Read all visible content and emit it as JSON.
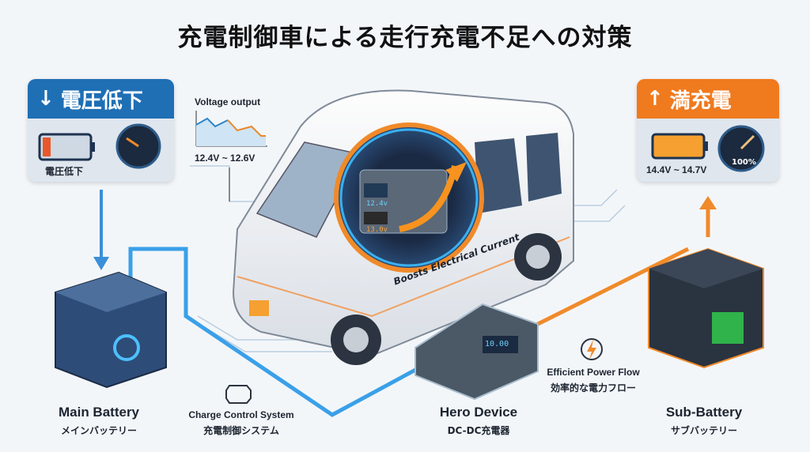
{
  "title": "充電制御車による走行充電不足への対策",
  "left_card": {
    "header": "電圧低下",
    "battery_caption": "電圧低下",
    "arrow_icon": "arrow-down-icon",
    "color": "#1f6fb5"
  },
  "voltage_chart": {
    "label": "Voltage output",
    "range": "12.4V ~ 12.6V"
  },
  "right_card": {
    "header": "満充電",
    "range": "14.4V ~ 14.7V",
    "gauge_value": "100%",
    "arrow_icon": "arrow-up-icon",
    "color": "#f07a1e"
  },
  "device_display": {
    "input": "12.4v",
    "output": "13.0v",
    "hero_display": "10.00"
  },
  "boost_label": "Boosts Electrical Current",
  "labels": {
    "main_battery": {
      "en": "Main Battery",
      "jp": "メインバッテリー"
    },
    "charge_control": {
      "en": "Charge Control System",
      "jp": "充電制御システム"
    },
    "hero_device": {
      "en": "Hero Device",
      "jp": "DC-DC充電器"
    },
    "power_flow": {
      "en": "Efficient Power Flow",
      "jp": "効率的な電力フロー"
    },
    "sub_battery": {
      "en": "Sub-Battery",
      "jp": "サブバッテリー"
    }
  }
}
